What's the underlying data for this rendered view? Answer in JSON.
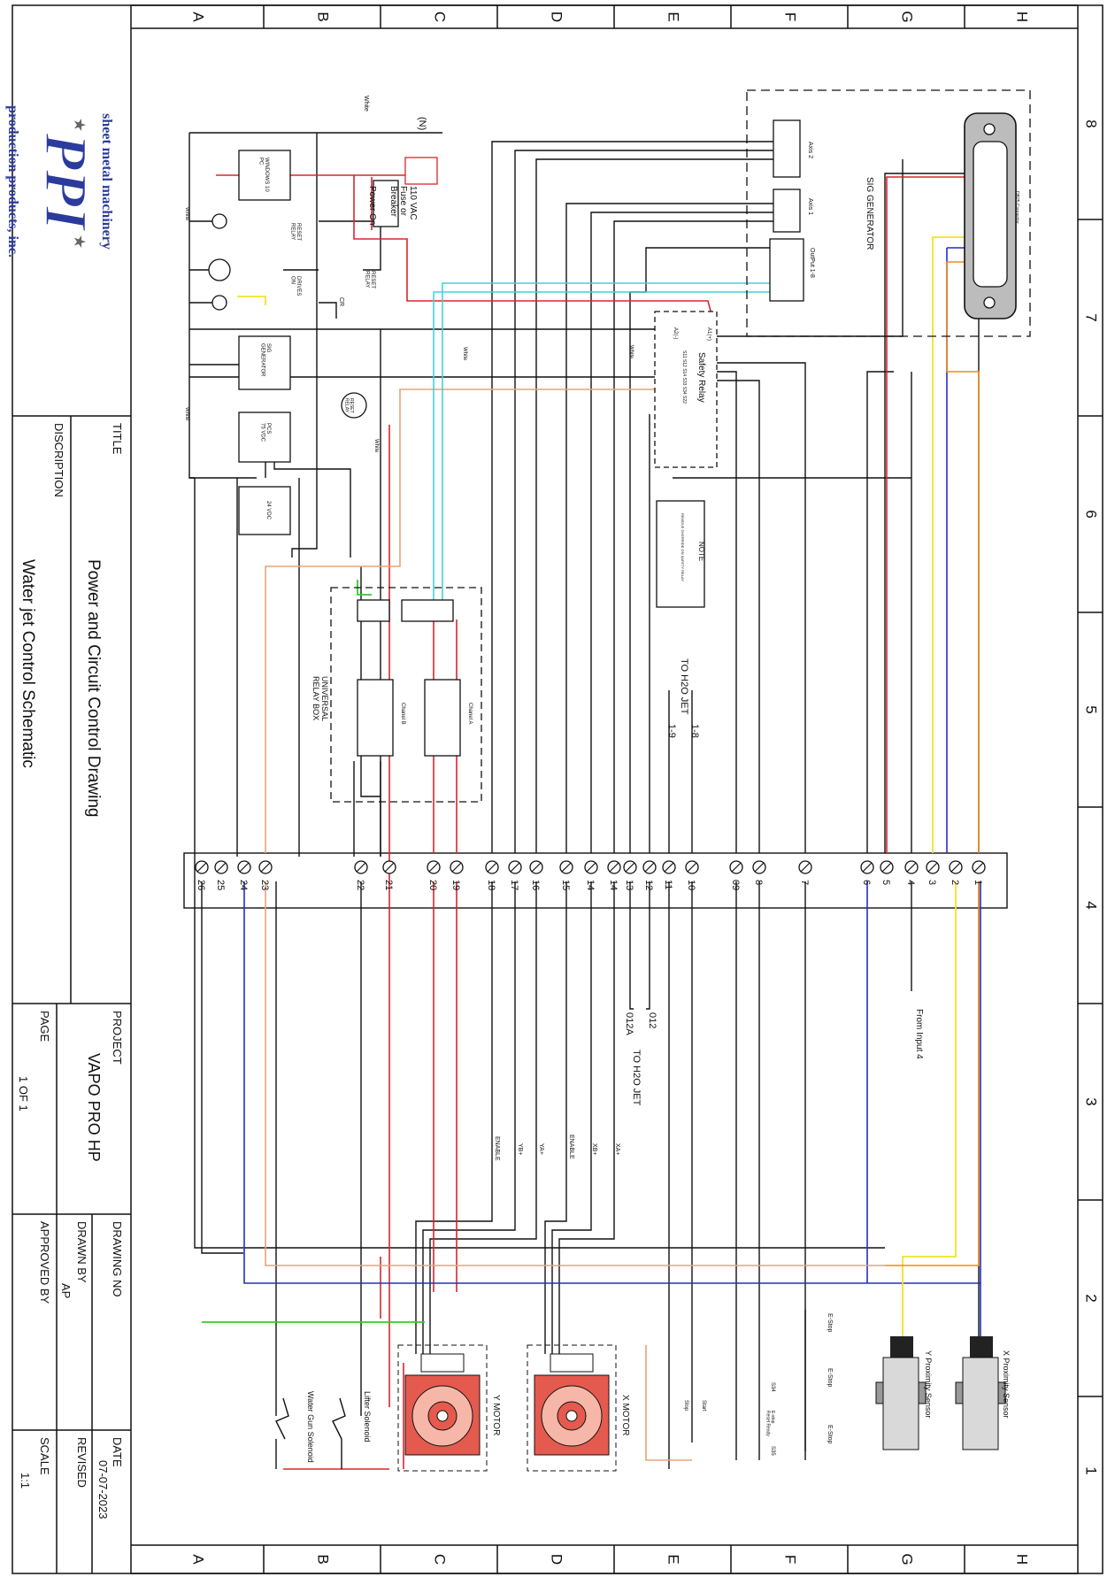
{
  "title_block": {
    "title_label": "TITLE",
    "title_value": "Power and Circuit Control Drawing",
    "description_label": "DISCRIPTION",
    "description_value": "Water jet Control Schematic",
    "project_label": "PROJECT",
    "project_value": "VAPO PRO HP",
    "page_label": "PAGE",
    "page_value": "1 OF 1",
    "drawing_no_label": "DRAWING NO",
    "drawn_by_label": "DRAWN BY",
    "drawn_by_value": "AP",
    "approved_by_label": "APPROVED BY",
    "date_label": "DATE",
    "date_value": "07-07-2023",
    "revised_label": "REVISED",
    "scale_label": "SCALE",
    "scale_value": "1:1"
  },
  "logo": {
    "mark": "PPI",
    "top_text": "sheet metal machinery",
    "bottom_text": "production products, inc."
  },
  "grid": {
    "rows": [
      "A",
      "B",
      "C",
      "D",
      "E",
      "F",
      "G",
      "H"
    ],
    "cols": [
      "8",
      "7",
      "6",
      "5",
      "4",
      "3",
      "2",
      "1"
    ]
  },
  "components": {
    "neutral": "(N)",
    "white": "White",
    "fuse": "110 VAC\nFuse or\nBreaker",
    "power_on": "Power On",
    "windows_pc": "WINDOWS 10\nPC",
    "reset_relay": "RESET\nRELAY",
    "drives_on": "DRIVES\nON",
    "reset_relay_2": "RESET\nRELAY",
    "cr": "CR",
    "sig_gen_box": "SIG\nGENERATOR",
    "psu_75": "PCS\n75 VDC",
    "psu_24": "24 VDC",
    "reset_relay_coil": "RESET\nRELAY",
    "safety_relay": "Safety Relay",
    "safety_relay_terms": "S11 S12 S14 S33 S34 S22",
    "a2": "A2(-)",
    "a1": "A1(+)",
    "note_title": "NOTE",
    "note_text": "REMOVE OVERRIDE ON SAFETY RELAY",
    "universal_relay_box": "UNIVERSAL\nRELAY BOX",
    "chanel_a": "Chanel A",
    "chanel_b": "Chanel B",
    "to_h2o_jet_1": "TO H2O JET",
    "h2o_18": "1-8",
    "h2o_19": "1-9",
    "sig_generator": "SIG GENERATOR",
    "axis2": "Axis 2",
    "axis1": "Axis 1",
    "output": "OutPut 1-8",
    "db25": "DB25 Connector",
    "from_input4": "From Input 4",
    "to_h2o_jet_2": "TO H2O JET",
    "h2o_012": "012",
    "h2o_012a": "012A",
    "xa_plus": "XA+",
    "xb_plus": "XB+",
    "enable1": "ENABLE",
    "ya_plus": "YA+",
    "yb_plus": "YB+",
    "enable2": "ENABLE",
    "x_motor": "X MOTOR",
    "y_motor": "Y MOTOR",
    "lifter_solenoid": "Lifter Solenoid",
    "water_gun_solenoid": "Water Gun Solenoid",
    "x_prox": "X Proximity Sensor",
    "y_prox": "Y Proximity Sensor",
    "estop": "E-Stop",
    "estop_reset": "E-stop\nReset Ready",
    "s34": "S34",
    "s35": "S35",
    "start": "Start",
    "stop": "Stop"
  },
  "terminal_numbers": [
    "1",
    "2",
    "3",
    "4",
    "5",
    "6",
    "7",
    "8",
    "09",
    "10",
    "11",
    "12",
    "13",
    "14",
    "14",
    "15",
    "16",
    "17",
    "18",
    "19",
    "20",
    "21",
    "22",
    "23",
    "24",
    "25",
    "26"
  ],
  "colors": {
    "black": "#111111",
    "red": "#d8262b",
    "blue": "#2130c4",
    "yellow": "#f2e22c",
    "orange": "#f08a1a",
    "tan": "#e8a27a",
    "green": "#36c92e",
    "cyan": "#3fd3d8",
    "logo_blue": "#2b3b9c"
  }
}
